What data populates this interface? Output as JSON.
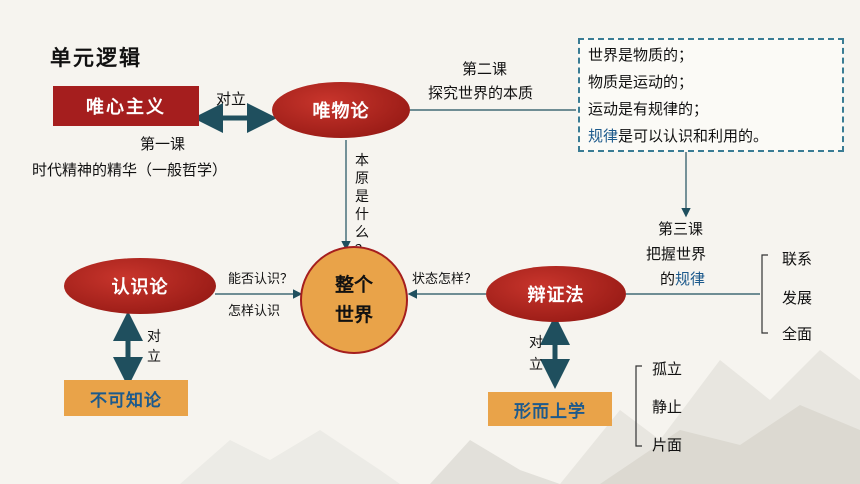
{
  "title": "单元逻辑",
  "nodes": {
    "idealism": "唯心主义",
    "materialism": "唯物论",
    "epistemology": "认识论",
    "world_line1": "整个",
    "world_line2": "世界",
    "dialectics": "辩证法",
    "agnosticism": "不可知论",
    "metaphysics": "形而上学"
  },
  "labels": {
    "oppose_top": "对立",
    "oppose_left_1": "对",
    "oppose_left_2": "立",
    "oppose_right_1": "对",
    "oppose_right_2": "立",
    "lesson1_title": "第一课",
    "lesson1_sub": "时代精神的精华（一般哲学）",
    "lesson2_title": "第二课",
    "lesson2_sub": "探究世界的本质",
    "lesson3_title": "第三课",
    "lesson3_sub": "把握世界",
    "lesson3_sub2_prefix": "的",
    "lesson3_sub2_blue": "规律",
    "origin_q": [
      "本",
      "原",
      "是",
      "什",
      "么",
      "？"
    ],
    "can_know": "能否认识？",
    "how_know": "怎样认识",
    "state_how": "状态怎样？"
  },
  "summary_box": {
    "line1": "世界是物质的；",
    "line2": "物质是运动的；",
    "line3": "运动是有规律的；",
    "line4_blue": "规律",
    "line4_rest": "是可以认识和利用的。"
  },
  "dialectics_features": [
    "联系",
    "发展",
    "全面"
  ],
  "metaphysics_features": [
    "孤立",
    "静止",
    "片面"
  ],
  "colors": {
    "red": "#a51e1e",
    "orange": "#e9a349",
    "blue_accent": "#1d5a8c",
    "arrow_teal": "#1f4f5e"
  }
}
